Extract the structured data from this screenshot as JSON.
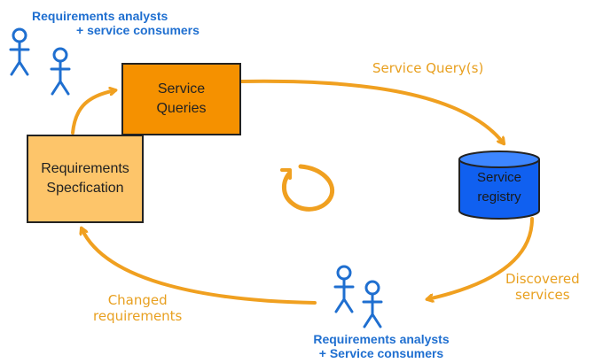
{
  "top_actors": {
    "label_line1": "Requirements analysts",
    "label_line2": "+ service consumers"
  },
  "bottom_actors": {
    "label_line1": "Requirements analysts",
    "label_line2": "+ Service consumers"
  },
  "nodes": {
    "service_queries": {
      "line1": "Service",
      "line2": "Queries"
    },
    "requirements_spec": {
      "line1": "Requirements",
      "line2": "Specfication"
    },
    "service_registry": {
      "line1": "Service",
      "line2": "registry"
    }
  },
  "flows": {
    "service_query": "Service Query(s)",
    "discovered_line1": "Discovered",
    "discovered_line2": "services",
    "changed_line1": "Changed",
    "changed_line2": "requirements"
  },
  "colors": {
    "arrow": "#f0a020",
    "actor_blue": "#1f6fd0",
    "service_queries_fill": "#f59100",
    "requirements_fill": "#fdc56a",
    "registry_fill": "#1060f0"
  },
  "icons": [
    "actor-icon",
    "cycle-icon",
    "database-icon"
  ]
}
